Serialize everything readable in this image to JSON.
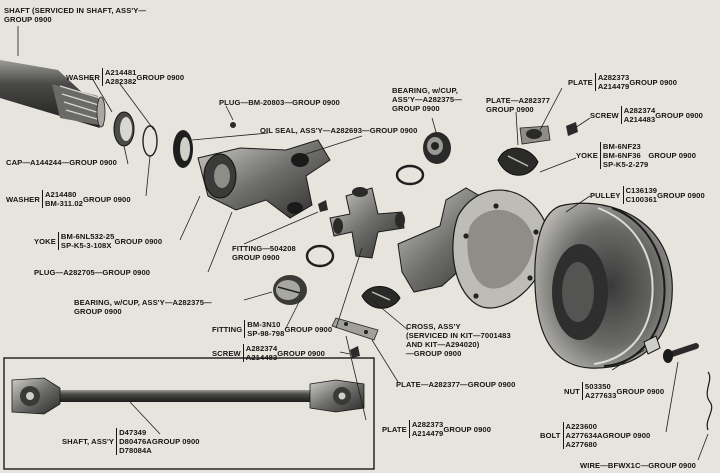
{
  "callouts": {
    "shaft_top": {
      "lines": [
        "SHAFT (SERVICED IN SHAFT, ASS'Y—",
        "GROUP 0900"
      ]
    },
    "washer_a": {
      "prefix": "WASHER",
      "parts": [
        "A214481",
        "A282382"
      ],
      "suffix": "GROUP 0900"
    },
    "plug_bm": {
      "text": "PLUG—BM-20803—GROUP 0900"
    },
    "oil_seal": {
      "text": "OIL SEAL, ASS'Y—A282693—GROUP 0900"
    },
    "bearing_top": {
      "lines": [
        "BEARING, w/CUP,",
        "ASS'Y—A282375—",
        "GROUP 0900"
      ]
    },
    "plate_top": {
      "lines": [
        "PLATE—A282377",
        "GROUP 0900"
      ]
    },
    "plate_right": {
      "prefix": "PLATE",
      "parts": [
        "A282373",
        "A214479"
      ],
      "suffix": "GROUP 0900"
    },
    "screw_right": {
      "prefix": "SCREW",
      "parts": [
        "A282374",
        "A214483"
      ],
      "suffix": "GROUP 0900"
    },
    "yoke_right": {
      "prefix": "YOKE",
      "parts": [
        "BM-6NF23",
        "BM-6NF36",
        "SP-K5-2-279"
      ],
      "suffix": "GROUP 0900"
    },
    "pulley": {
      "prefix": "PULLEY",
      "parts": [
        "C136139",
        "C100361"
      ],
      "suffix": "GROUP 0900"
    },
    "cap": {
      "text": "CAP—A144244—GROUP 0900"
    },
    "washer_b": {
      "prefix": "WASHER",
      "parts": [
        "A214480",
        "BM-311.02"
      ],
      "suffix": "GROUP 0900"
    },
    "yoke_left": {
      "prefix": "YOKE",
      "parts": [
        "BM-6NL532-25",
        "SP-K5-3-108X"
      ],
      "suffix": "GROUP 0900"
    },
    "fitting_top": {
      "lines": [
        "FITTING—504208",
        "GROUP 0900"
      ]
    },
    "plug_a": {
      "text": "PLUG—A282705—GROUP 0900"
    },
    "bearing_mid": {
      "lines": [
        "BEARING, w/CUP, ASS'Y—A282375—",
        "GROUP 0900"
      ]
    },
    "fitting_mid": {
      "prefix": "FITTING",
      "parts": [
        "BM-3N10",
        "SP-98-798"
      ],
      "suffix": "GROUP 0900"
    },
    "cross": {
      "lines": [
        "CROSS, ASS'Y",
        "(SERVICED IN KIT—7001483",
        "AND KIT—A294020)",
        "—GROUP 0900"
      ]
    },
    "screw_mid": {
      "prefix": "SCREW",
      "parts": [
        "A282374",
        "A214483"
      ],
      "suffix": "GROUP 0900"
    },
    "plate_mid": {
      "text": "PLATE—A282377—GROUP 0900"
    },
    "nut": {
      "prefix": "NUT",
      "parts": [
        "503350",
        "A277633"
      ],
      "suffix": "GROUP 0900"
    },
    "shaft_assy": {
      "prefix": "SHAFT, ASS'Y",
      "parts": [
        "D47349",
        "D80476A",
        "D78084A"
      ],
      "suffix": "GROUP 0900"
    },
    "plate_bottom": {
      "prefix": "PLATE",
      "parts": [
        "A282373",
        "A214479"
      ],
      "suffix": "GROUP 0900"
    },
    "bolt": {
      "prefix": "BOLT",
      "parts": [
        "A223600",
        "A277634A",
        "A277680"
      ],
      "suffix": "GROUP 0900"
    },
    "wire": {
      "text": "WIRE—BFWX1C—GROUP 0900"
    }
  }
}
